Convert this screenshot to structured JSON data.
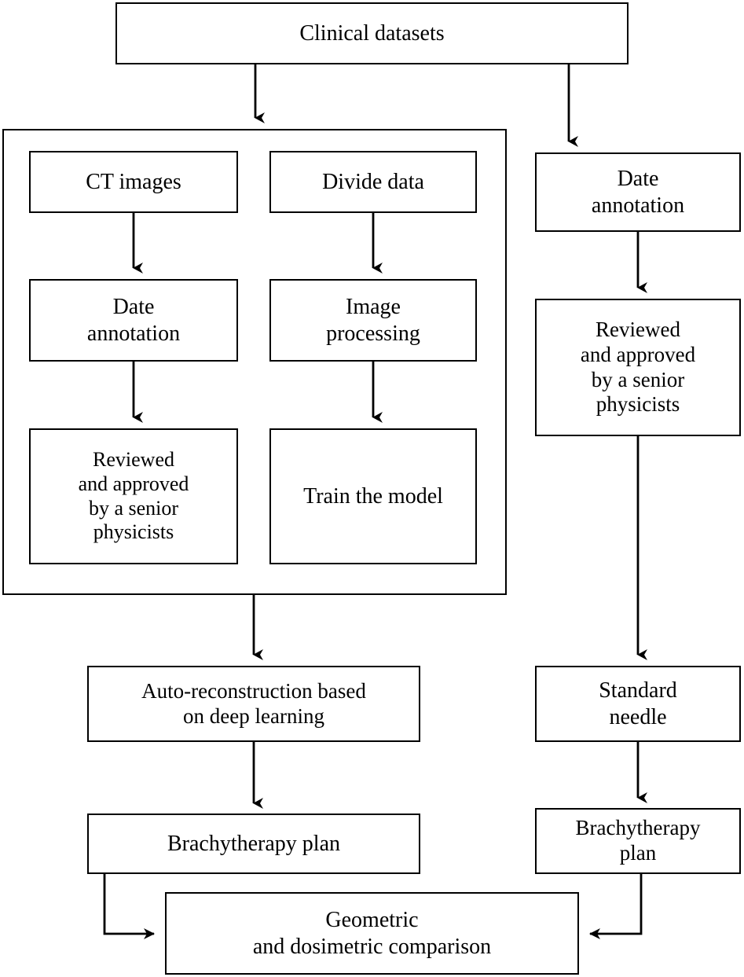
{
  "diagram": {
    "title": "Clinical study workflow: deep-learning auto-reconstruction versus standard needle brachytherapy planning",
    "type": "flowchart",
    "background_color": "#ffffff",
    "line_color": "#000000",
    "text_color": "#000000",
    "nodes": [
      {
        "id": "clinical-datasets",
        "label": "Clinical datasets"
      },
      {
        "id": "ct-images",
        "label": "CT images"
      },
      {
        "id": "divide-data",
        "label": "Divide data"
      },
      {
        "id": "date-annotation-left",
        "label": "Date\nannotation"
      },
      {
        "id": "image-processing",
        "label": "Image\nprocessing"
      },
      {
        "id": "reviewed-approved-left",
        "label": "Reviewed\nand approved\nby a senior\nphysicists"
      },
      {
        "id": "train-the-model",
        "label": "Train the model"
      },
      {
        "id": "date-annotation-right",
        "label": "Date\nannotation"
      },
      {
        "id": "reviewed-approved-right",
        "label": "Reviewed\nand approved\nby a senior\nphysicists"
      },
      {
        "id": "auto-reconstruction",
        "label": "Auto-reconstruction based\non deep learning"
      },
      {
        "id": "standard-needle",
        "label": "Standard\nneedle"
      },
      {
        "id": "brachytherapy-plan-left",
        "label": "Brachytherapy plan"
      },
      {
        "id": "brachytherapy-plan-right",
        "label": "Brachytherapy\nplan"
      },
      {
        "id": "geometric-comparison",
        "label": "Geometric\nand dosimetric comparison"
      }
    ],
    "edges": [
      {
        "from": "clinical-datasets",
        "to": "deep-learning-group"
      },
      {
        "from": "clinical-datasets",
        "to": "date-annotation-right"
      },
      {
        "from": "ct-images",
        "to": "date-annotation-left"
      },
      {
        "from": "divide-data",
        "to": "image-processing"
      },
      {
        "from": "date-annotation-left",
        "to": "reviewed-approved-left"
      },
      {
        "from": "image-processing",
        "to": "train-the-model"
      },
      {
        "from": "deep-learning-group",
        "to": "auto-reconstruction"
      },
      {
        "from": "date-annotation-right",
        "to": "reviewed-approved-right"
      },
      {
        "from": "reviewed-approved-right",
        "to": "standard-needle"
      },
      {
        "from": "auto-reconstruction",
        "to": "brachytherapy-plan-left"
      },
      {
        "from": "standard-needle",
        "to": "brachytherapy-plan-right"
      },
      {
        "from": "brachytherapy-plan-left",
        "to": "geometric-comparison"
      },
      {
        "from": "brachytherapy-plan-right",
        "to": "geometric-comparison"
      }
    ]
  }
}
